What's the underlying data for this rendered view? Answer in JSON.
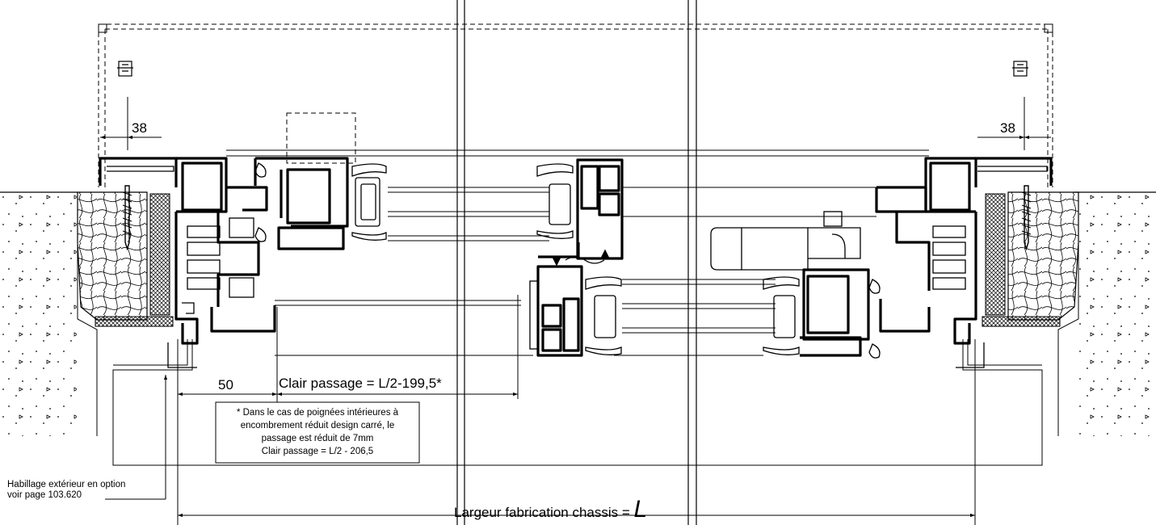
{
  "dimensions": {
    "left_offset": "38",
    "right_offset": "38",
    "handle_gap": "50",
    "clear_passage": "Clair passage = L/2-199,5*"
  },
  "note": {
    "lines": [
      "* Dans le cas de poignées intérieures à",
      "encombrement réduit design carré, le",
      "passage est réduit de 7mm",
      "Clair passage = L/2 - 206,5"
    ]
  },
  "cladding_label": {
    "line1": "Habillage extérieur en option",
    "line2": "voir page 103.620"
  },
  "width_label": {
    "text": "Largeur fabrication chassis = ",
    "symbol": "L"
  }
}
